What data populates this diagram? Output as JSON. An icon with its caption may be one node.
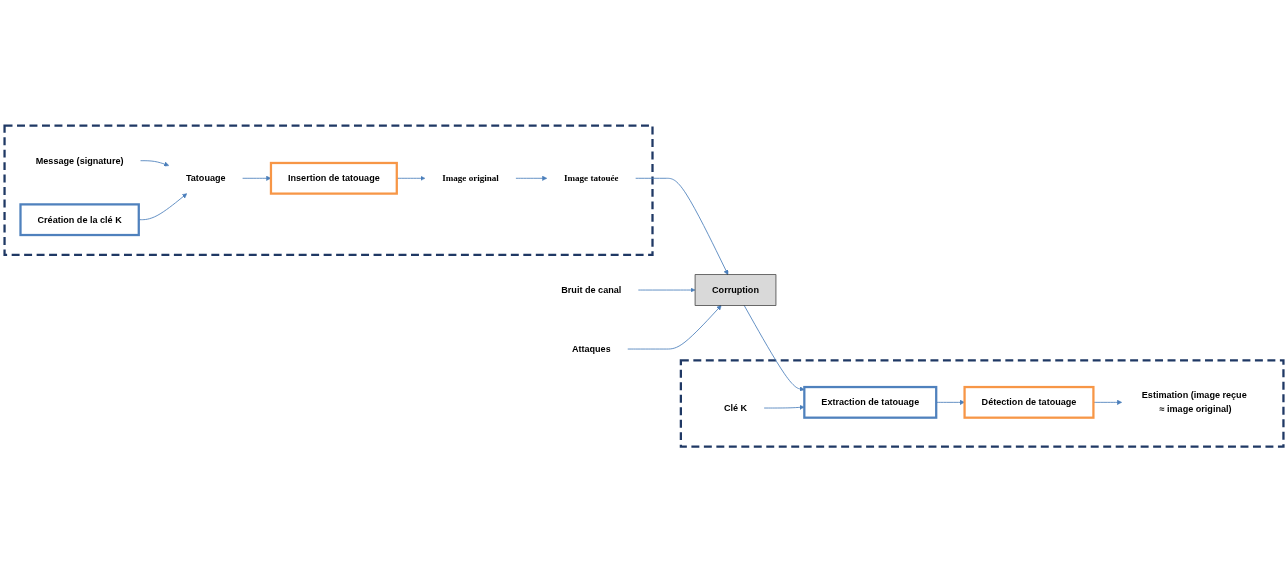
{
  "diagram": {
    "nodes": [
      {
        "text": [],
        "shape": "box"
      },
      {
        "text": [
          "Message (signature)"
        ],
        "in": 0
      },
      {
        "text": [
          "Création de la clé K"
        ],
        "in": 0
      },
      {
        "text": [
          "Tatouage"
        ],
        "in": 0
      },
      {
        "text": [
          "Insertion de tatouage"
        ],
        "in": 0
      },
      {
        "text": [
          "Image original"
        ],
        "in": 0
      },
      {
        "text": [
          "Image tatouée"
        ],
        "in": 0
      },
      {
        "text": [
          "Bruit de canal"
        ]
      },
      {
        "text": [
          "Attaques"
        ]
      },
      {
        "text": [
          "Corruption"
        ]
      },
      {
        "text": [],
        "shape": "box"
      },
      {
        "text": [
          "Clé  K"
        ],
        "in": 10
      },
      {
        "text": [
          "Extraction de tatouage"
        ],
        "in": 10
      },
      {
        "text": [
          "Détection de tatouage"
        ],
        "in": 10
      },
      {
        "text": [
          "Estimation (image reçue ≈ image original)"
        ],
        "in": 10
      }
    ],
    "edges": [
      {
        "from": 1,
        "to": 3,
        "arrow": "to"
      },
      {
        "from": 2,
        "to": 3,
        "arrow": "to"
      },
      {
        "from": 3,
        "to": 4,
        "arrow": "to"
      },
      {
        "from": 4,
        "to": 5,
        "arrow": "to"
      },
      {
        "from": 5,
        "to": 6,
        "arrow": "to"
      },
      {
        "from": 6,
        "to": 9,
        "arrow": "to"
      },
      {
        "from": 7,
        "to": 9,
        "arrow": "to"
      },
      {
        "from": 8,
        "to": 9,
        "arrow": "to"
      },
      {
        "from": 9,
        "to": 12,
        "arrow": "to"
      },
      {
        "from": 11,
        "to": 12,
        "arrow": "to"
      },
      {
        "from": 12,
        "to": 13,
        "arrow": "to"
      },
      {
        "from": 13,
        "to": 14,
        "arrow": "to"
      }
    ]
  }
}
